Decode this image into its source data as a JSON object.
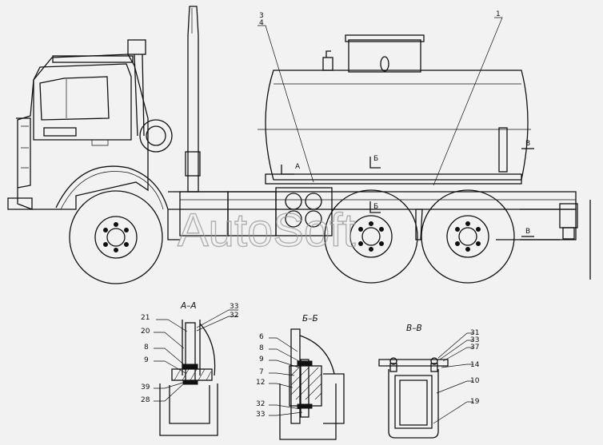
{
  "watermark": "AutoSoft",
  "truck": {
    "callouts": {
      "label_1": "1",
      "label_3": "3",
      "label_4": "4"
    },
    "section_marks": {
      "a": "А",
      "b_top": "Б",
      "b_bottom": "Б",
      "v_top": "В",
      "v_bottom": "В"
    }
  },
  "sections": {
    "aa": {
      "title": "А–А",
      "labels": [
        "21",
        "20",
        "8",
        "9",
        "39",
        "28"
      ],
      "right_labels": [
        "33",
        "32"
      ]
    },
    "bb": {
      "title": "Б–Б",
      "labels": [
        "6",
        "8",
        "9",
        "7",
        "12",
        "32",
        "33"
      ]
    },
    "vv": {
      "title": "В–В",
      "labels": [
        "31",
        "33",
        "37",
        "14",
        "10",
        "19"
      ]
    }
  }
}
